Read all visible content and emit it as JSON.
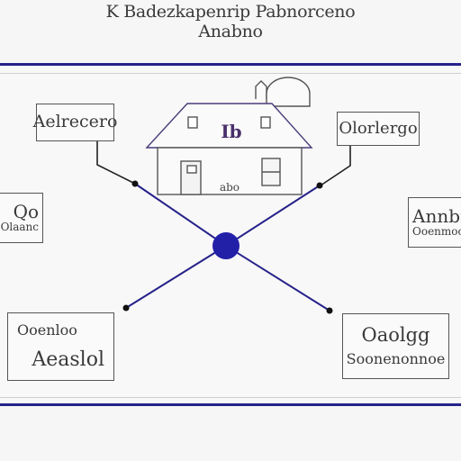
{
  "title": {
    "line1": "K Badezkapenrip Pabnorceno",
    "line2": "Anabno"
  },
  "house": {
    "roof_text": "Ib",
    "door_text": "abo"
  },
  "boxes": {
    "top_left": {
      "text": "Aelrecero"
    },
    "top_right": {
      "text": "Olorlergo"
    },
    "mid_left": {
      "line1": "Qo",
      "line2": "Olaanc"
    },
    "mid_right": {
      "line1": "Annbno",
      "line2": "Ooenmoonco"
    },
    "bottom_left": {
      "line1": "Ooenloo",
      "line2": "Aeaslol"
    },
    "bottom_right": {
      "line1": "Oaolgg",
      "line2": "Soonenonnoe"
    }
  },
  "colors": {
    "accent": "#26228a",
    "hub": "#2320a8",
    "line_dark": "#222222"
  }
}
